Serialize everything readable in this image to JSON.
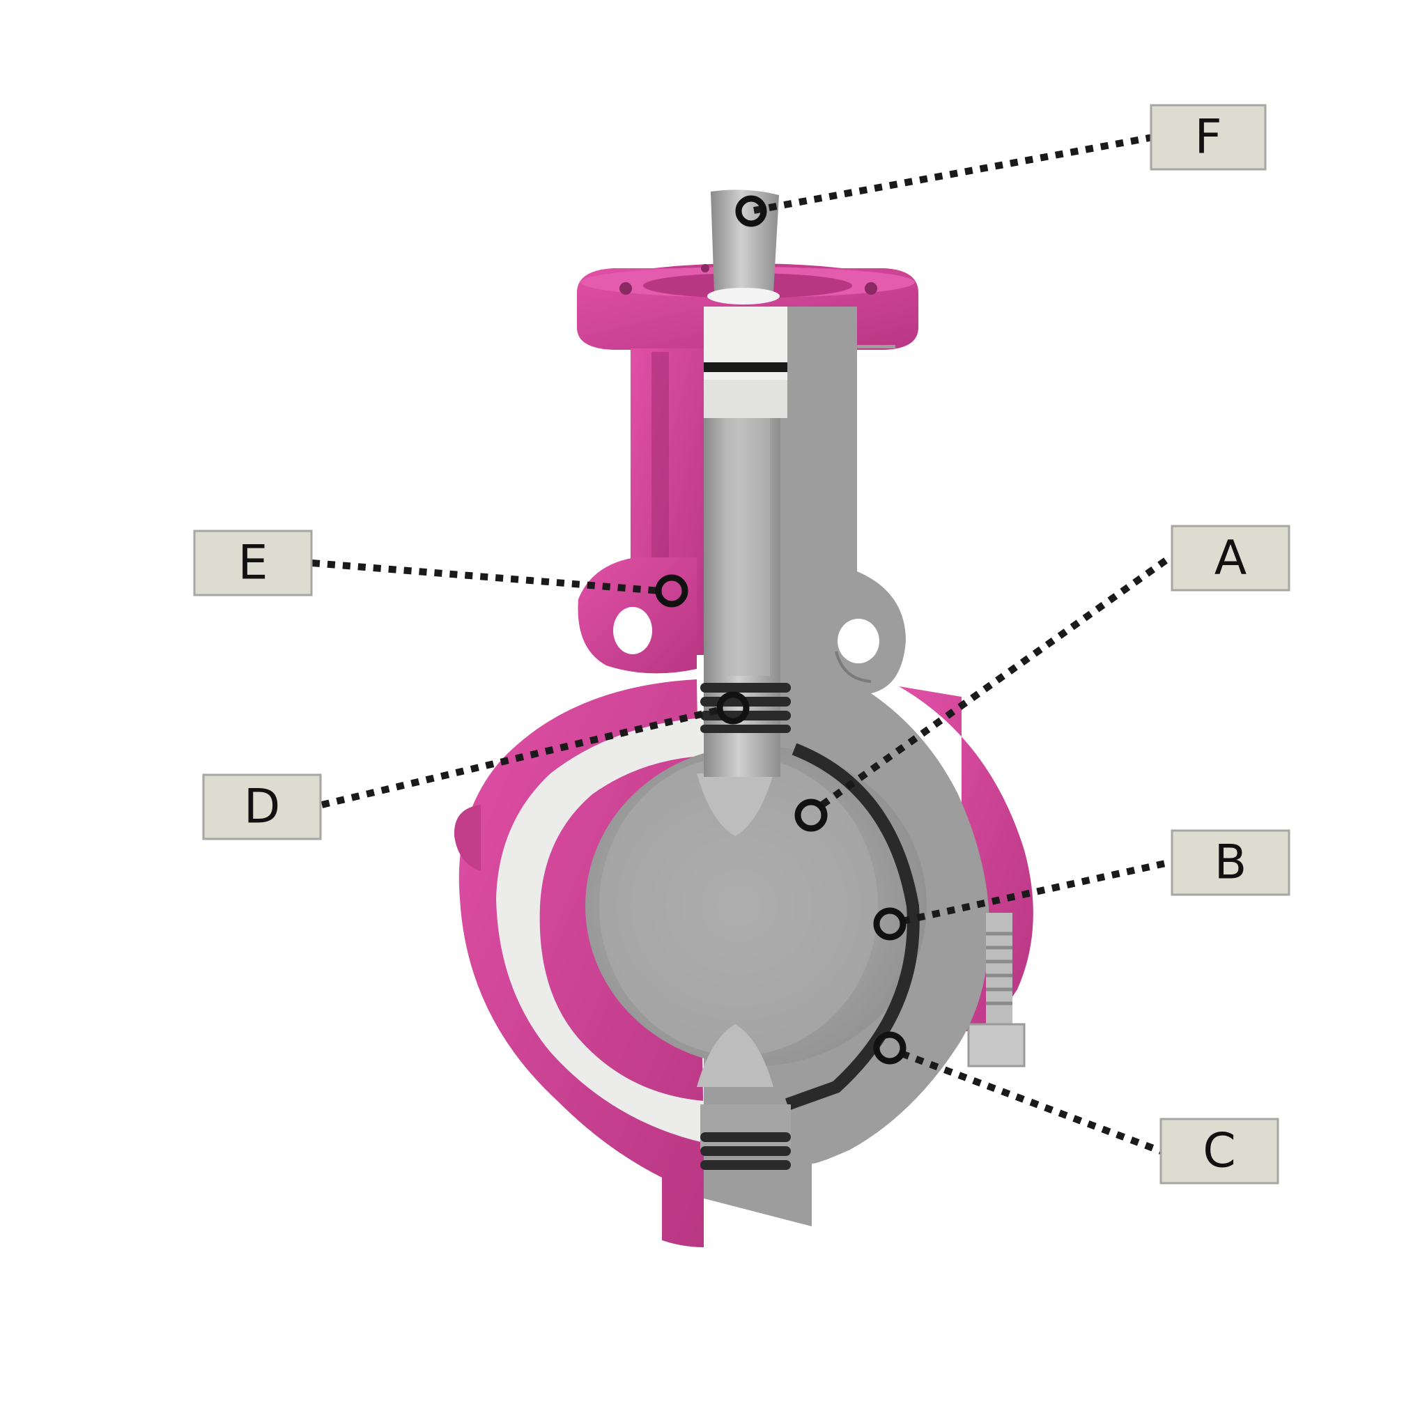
{
  "colors": {
    "body_accent": "#d6479a",
    "body_shade": "#c23d8a",
    "cut_metal": "#9d9d9d",
    "liner": "#ececea",
    "disc": "#a9a9a9",
    "label_fill": "#dddcd0",
    "leader": "#1a1a1a"
  },
  "callouts": [
    {
      "id": "F",
      "label": "F"
    },
    {
      "id": "E",
      "label": "E"
    },
    {
      "id": "A",
      "label": "A"
    },
    {
      "id": "D",
      "label": "D"
    },
    {
      "id": "B",
      "label": "B"
    },
    {
      "id": "C",
      "label": "C"
    }
  ]
}
